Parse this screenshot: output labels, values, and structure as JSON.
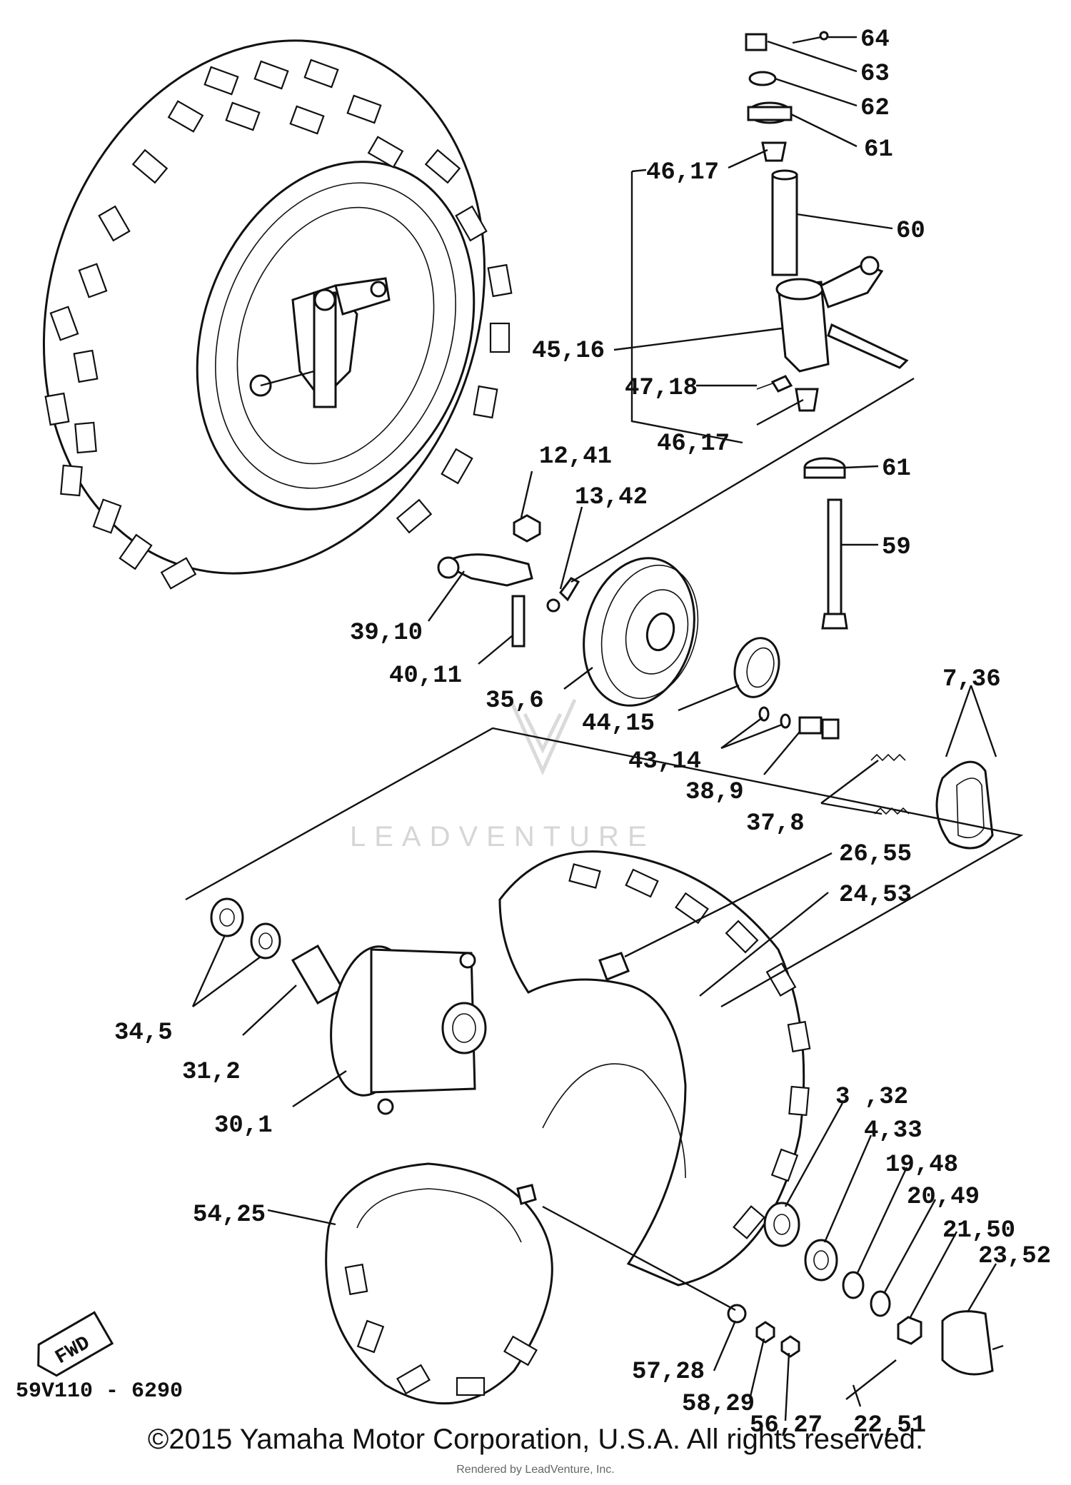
{
  "diagram": {
    "callouts": [
      {
        "id": "c64",
        "text": "64"
      },
      {
        "id": "c63",
        "text": "63"
      },
      {
        "id": "c62",
        "text": "62"
      },
      {
        "id": "c61a",
        "text": "61"
      },
      {
        "id": "c46a",
        "text": "46,17"
      },
      {
        "id": "c60",
        "text": "60"
      },
      {
        "id": "c45",
        "text": "45,16"
      },
      {
        "id": "c47",
        "text": "47,18"
      },
      {
        "id": "c46b",
        "text": "46,17"
      },
      {
        "id": "c61b",
        "text": "61"
      },
      {
        "id": "c12",
        "text": "12,41"
      },
      {
        "id": "c13",
        "text": "13,42"
      },
      {
        "id": "c59",
        "text": "59"
      },
      {
        "id": "c39",
        "text": "39,10"
      },
      {
        "id": "c40",
        "text": "40,11"
      },
      {
        "id": "c35",
        "text": "35,6"
      },
      {
        "id": "c44",
        "text": "44,15"
      },
      {
        "id": "c7",
        "text": "7,36"
      },
      {
        "id": "c43",
        "text": "43,14"
      },
      {
        "id": "c38",
        "text": "38,9"
      },
      {
        "id": "c37",
        "text": "37,8"
      },
      {
        "id": "c26",
        "text": "26,55"
      },
      {
        "id": "c24",
        "text": "24,53"
      },
      {
        "id": "c34",
        "text": "34,5"
      },
      {
        "id": "c31",
        "text": "31,2"
      },
      {
        "id": "c30",
        "text": "30,1"
      },
      {
        "id": "c3",
        "text": "3 ,32"
      },
      {
        "id": "c4",
        "text": "4,33"
      },
      {
        "id": "c19",
        "text": "19,48"
      },
      {
        "id": "c20",
        "text": "20,49"
      },
      {
        "id": "c21",
        "text": "21,50"
      },
      {
        "id": "c23",
        "text": "23,52"
      },
      {
        "id": "c54",
        "text": "54,25"
      },
      {
        "id": "c57",
        "text": "57,28"
      },
      {
        "id": "c58",
        "text": "58,29"
      },
      {
        "id": "c56",
        "text": "56,27"
      },
      {
        "id": "c22",
        "text": "22,51"
      }
    ],
    "fwd_label": "FWD",
    "figure_code": "59V110 - 6290",
    "watermark": "LEADVENTURE"
  },
  "footer": {
    "copyright": "©2015 Yamaha Motor Corporation, U.S.A. All rights reserved.",
    "rendered_by": "Rendered by LeadVenture, Inc."
  }
}
